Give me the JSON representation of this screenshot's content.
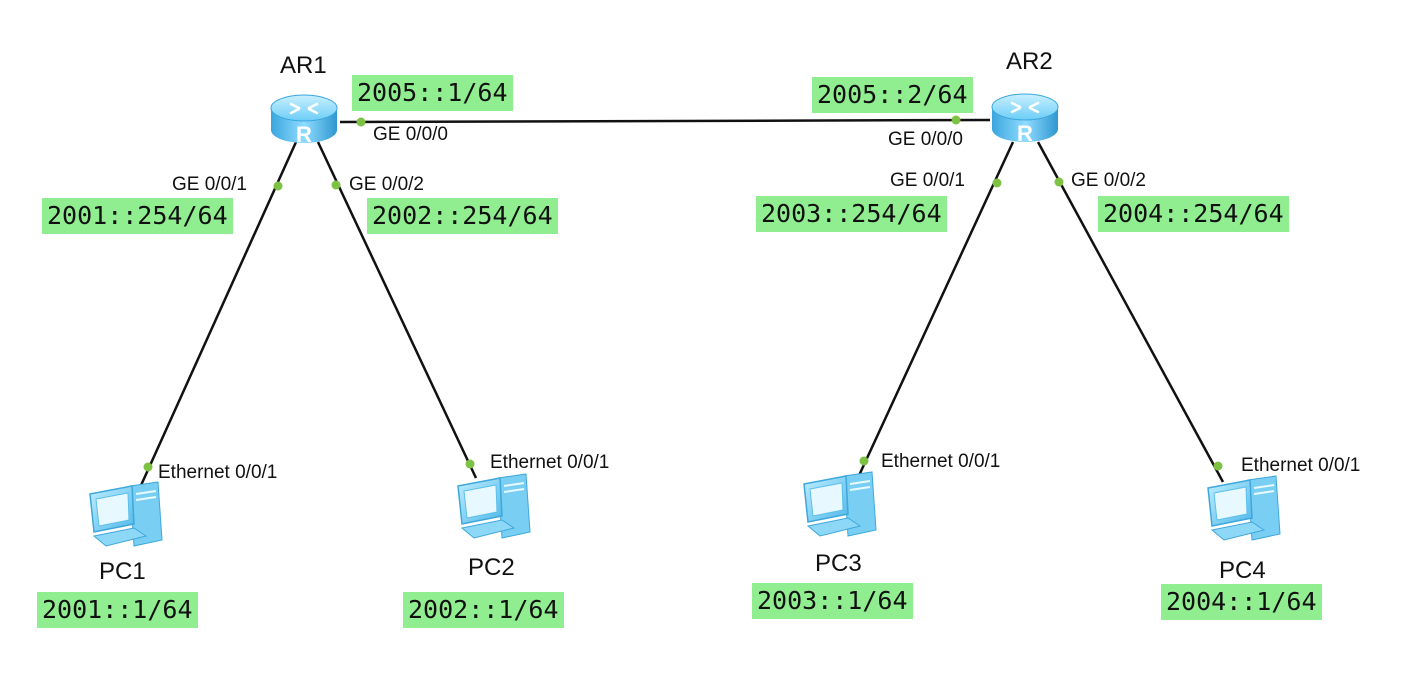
{
  "colors": {
    "address_badge": "#90ee90",
    "link": "#111111",
    "port_dot": "#7dc243",
    "device": "#7fd0f5"
  },
  "devices": {
    "ar1": {
      "name": "AR1",
      "icon": "router-icon"
    },
    "ar2": {
      "name": "AR2",
      "icon": "router-icon"
    },
    "pc1": {
      "name": "PC1",
      "icon": "pc-icon"
    },
    "pc2": {
      "name": "PC2",
      "icon": "pc-icon"
    },
    "pc3": {
      "name": "PC3",
      "icon": "pc-icon"
    },
    "pc4": {
      "name": "PC4",
      "icon": "pc-icon"
    }
  },
  "ports": {
    "ar1_ge000": "GE 0/0/0",
    "ar1_ge001": "GE 0/0/1",
    "ar1_ge002": "GE 0/0/2",
    "ar2_ge000": "GE 0/0/0",
    "ar2_ge001": "GE 0/0/1",
    "ar2_ge002": "GE 0/0/2",
    "pc1_eth": "Ethernet 0/0/1",
    "pc2_eth": "Ethernet 0/0/1",
    "pc3_eth": "Ethernet 0/0/1",
    "pc4_eth": "Ethernet 0/0/1"
  },
  "addresses": {
    "ar1_ge000": "2005::1/64",
    "ar2_ge000": "2005::2/64",
    "ar1_ge001": "2001::254/64",
    "ar1_ge002": "2002::254/64",
    "ar2_ge001": "2003::254/64",
    "ar2_ge002": "2004::254/64",
    "pc1": "2001::1/64",
    "pc2": "2002::1/64",
    "pc3": "2003::1/64",
    "pc4": "2004::1/64"
  },
  "links": [
    {
      "from": "AR1 GE 0/0/0",
      "to": "AR2 GE 0/0/0"
    },
    {
      "from": "AR1 GE 0/0/1",
      "to": "PC1 Ethernet 0/0/1"
    },
    {
      "from": "AR1 GE 0/0/2",
      "to": "PC2 Ethernet 0/0/1"
    },
    {
      "from": "AR2 GE 0/0/1",
      "to": "PC3 Ethernet 0/0/1"
    },
    {
      "from": "AR2 GE 0/0/2",
      "to": "PC4 Ethernet 0/0/1"
    }
  ]
}
